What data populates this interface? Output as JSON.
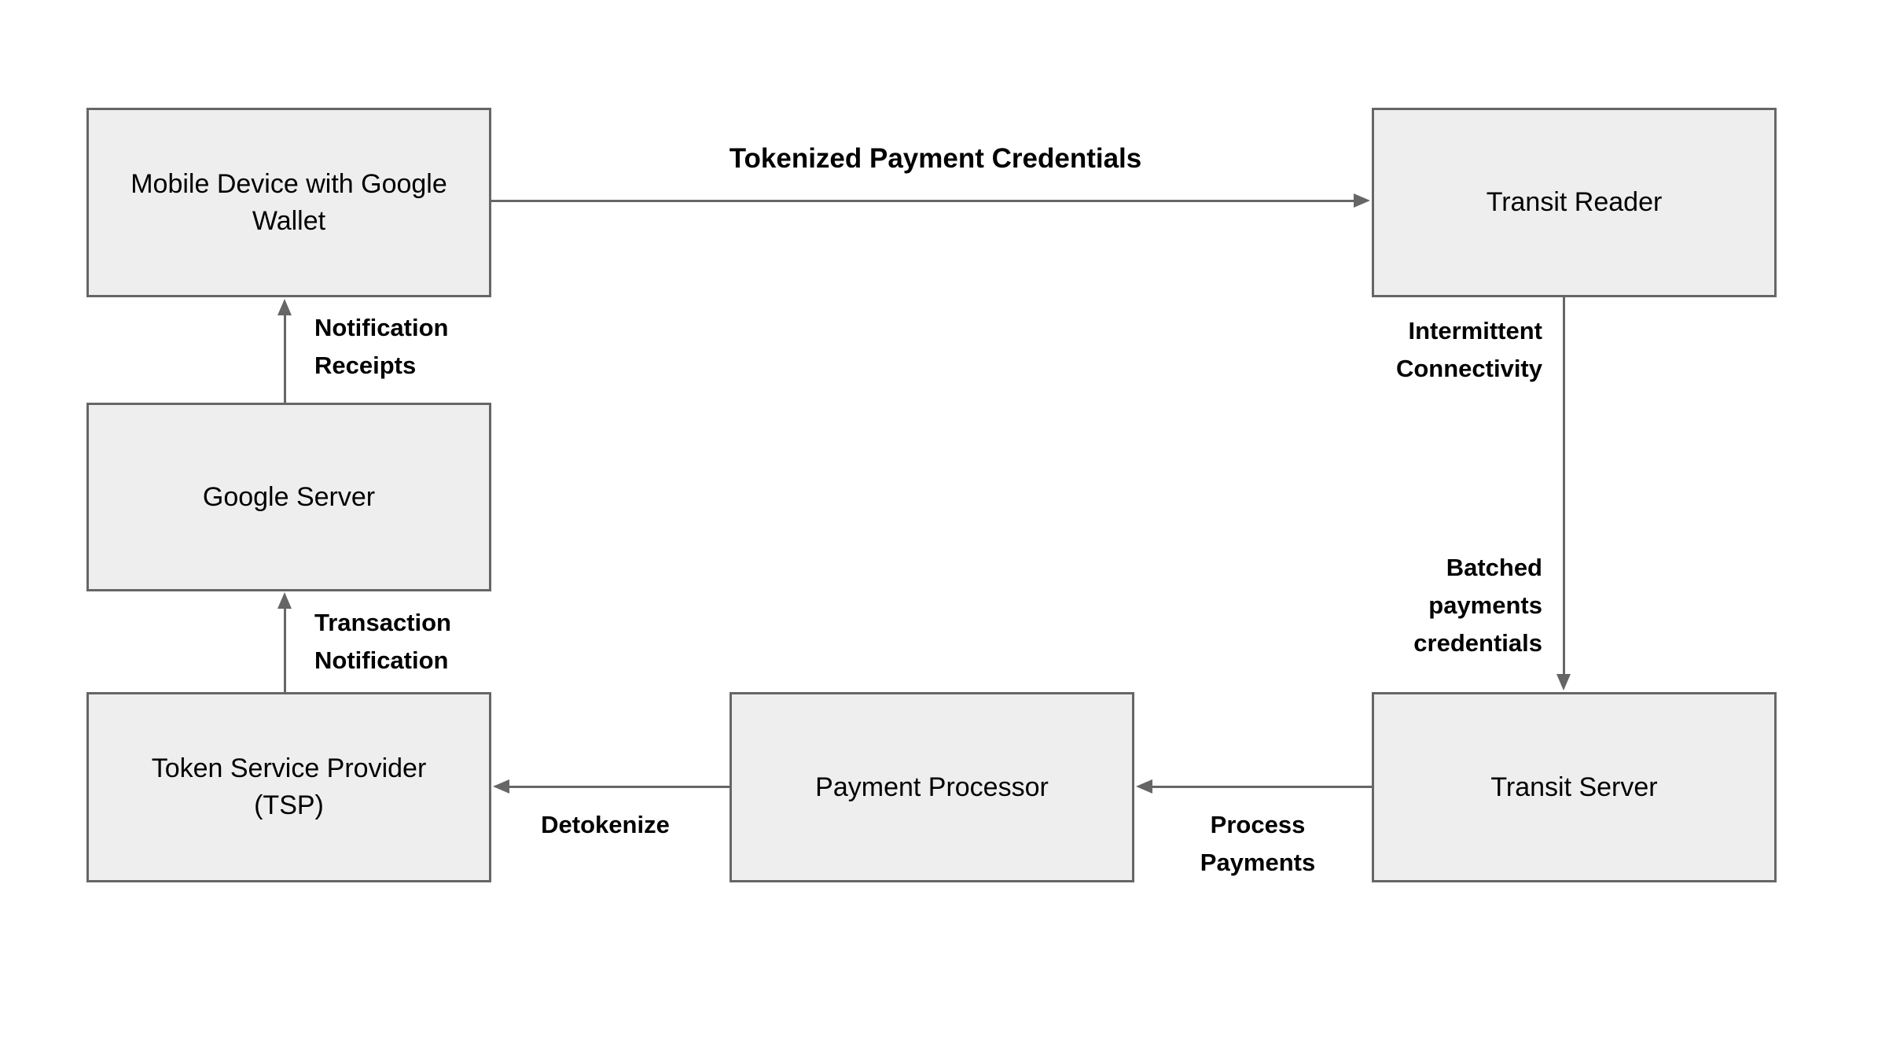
{
  "theme": {
    "background": "#ffffff",
    "node_fill": "#eeeeee",
    "node_border": "#666666",
    "arrow_color": "#666666",
    "node_text_color": "#000000",
    "label_text_color": "#000000"
  },
  "nodes": {
    "mobile_device": {
      "label": "Mobile Device with Google Wallet"
    },
    "transit_reader": {
      "label": "Transit Reader"
    },
    "google_server": {
      "label": "Google Server"
    },
    "token_service_provider": {
      "label": "Token Service Provider (TSP)"
    },
    "payment_processor": {
      "label": "Payment Processor"
    },
    "transit_server": {
      "label": "Transit Server"
    }
  },
  "edges": {
    "mobile_to_reader": {
      "from": "mobile_device",
      "to": "transit_reader",
      "direction": "right",
      "label": "Tokenized Payment Credentials"
    },
    "reader_to_transit_server": {
      "from": "transit_reader",
      "to": "transit_server",
      "direction": "down",
      "labels": [
        "Intermittent\nConnectivity",
        "Batched\npayments\ncredentials"
      ]
    },
    "google_to_mobile": {
      "from": "google_server",
      "to": "mobile_device",
      "direction": "up",
      "label": "Notification\nReceipts"
    },
    "tsp_to_google": {
      "from": "token_service_provider",
      "to": "google_server",
      "direction": "up",
      "label": "Transaction\nNotification"
    },
    "transit_server_to_processor": {
      "from": "transit_server",
      "to": "payment_processor",
      "direction": "left",
      "label": "Process\nPayments"
    },
    "processor_to_tsp": {
      "from": "payment_processor",
      "to": "token_service_provider",
      "direction": "left",
      "label": "Detokenize"
    }
  }
}
